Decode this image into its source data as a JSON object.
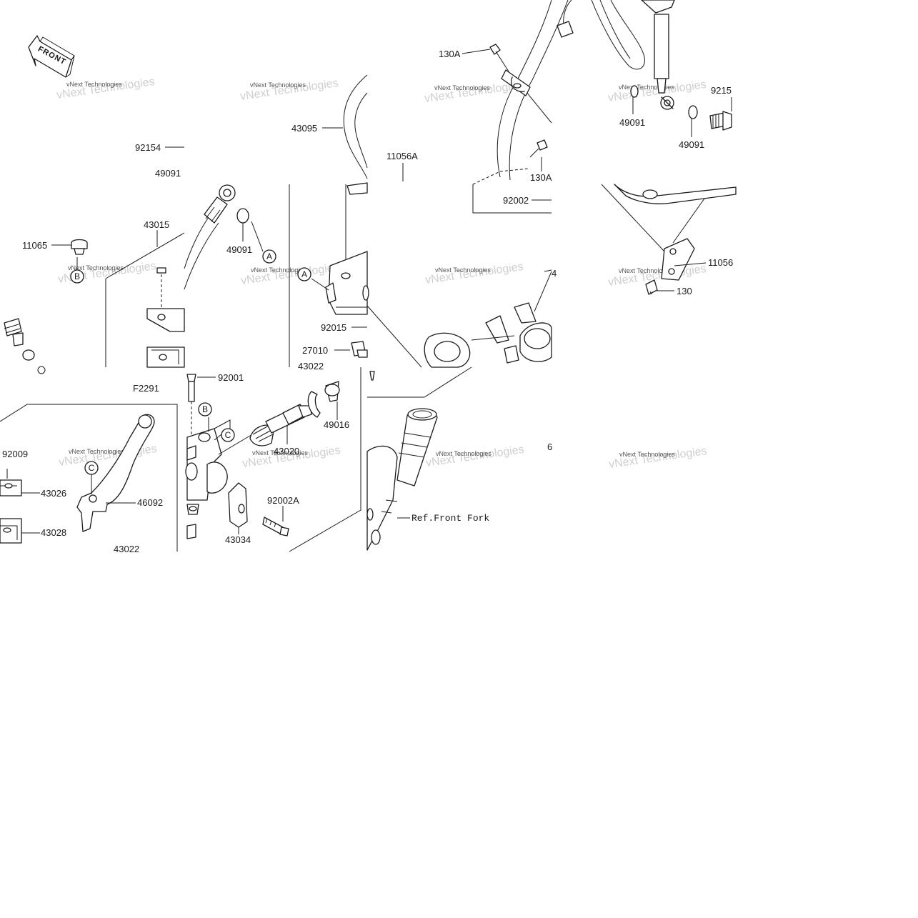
{
  "diagram": {
    "front_badge": "FRONT",
    "frame_code": "F2291",
    "reference_label": "Ref.Front Fork",
    "watermark_text": "vNext Technologies",
    "part_numbers": {
      "p130A_top": "130A",
      "p43095": "43095",
      "p11056A": "11056A",
      "p130A_mid": "130A",
      "p92002": "92002",
      "p9215": "9215",
      "p49091_r1": "49091",
      "p49091_r2": "49091",
      "p92154": "92154",
      "p49091_l1": "49091",
      "p43015": "43015",
      "p11065": "11065",
      "p49091_l2": "49091",
      "p11056_r": "11056",
      "p130_r": "130",
      "p92015": "92015",
      "p27010": "27010",
      "p43022_top": "43022",
      "p92001": "92001",
      "p49016": "49016",
      "p43020": "43020",
      "p92009": "92009",
      "p43026": "43026",
      "p46092": "46092",
      "p43028": "43028",
      "p92002A": "92002A",
      "p43034": "43034",
      "p43022_bot": "43022"
    },
    "callouts": {
      "a1": "A",
      "a2": "A",
      "b1": "B",
      "b2": "B",
      "c1": "C",
      "c2": "C"
    },
    "edge_fragments": {
      "frag_4": "4",
      "frag_6": "6"
    }
  }
}
